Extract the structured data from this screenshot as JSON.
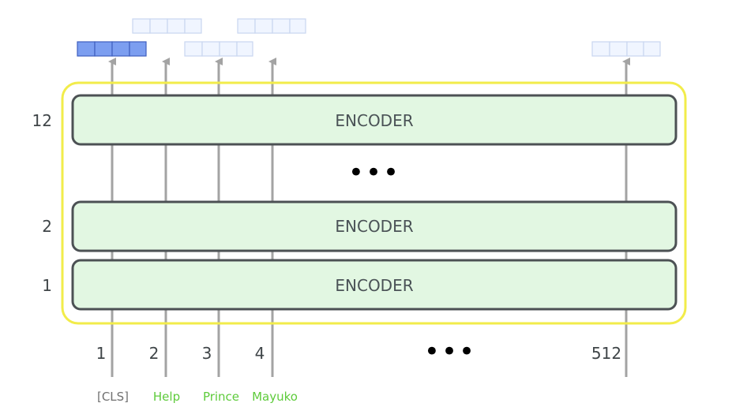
{
  "encoder": {
    "label": "ENCODER",
    "layers": [
      {
        "number": "12",
        "label": "ENCODER"
      },
      {
        "number": "2",
        "label": "ENCODER"
      },
      {
        "number": "1",
        "label": "ENCODER"
      }
    ],
    "ellipsis": "•••"
  },
  "inputs": {
    "positions": [
      "1",
      "2",
      "3",
      "4",
      "512"
    ],
    "ellipsis": "•••",
    "tokens": [
      {
        "text": "[CLS]",
        "color": "#707070"
      },
      {
        "text": "Help",
        "color": "#5ecb3b"
      },
      {
        "text": "Prince",
        "color": "#5ecb3b"
      },
      {
        "text": "Mayuko",
        "color": "#5ecb3b"
      }
    ]
  },
  "colors": {
    "encoder_fill": "#e2f7e2",
    "encoder_stroke": "#4c5154",
    "stack_outline": "#f2ec4a",
    "arrow": "#a3a3a3",
    "vector_highlight_fill": "#7c9ef0",
    "vector_highlight_stroke": "#3f5fbf",
    "vector_fill": "#f0f5ff",
    "vector_stroke": "#c9d6ef"
  }
}
